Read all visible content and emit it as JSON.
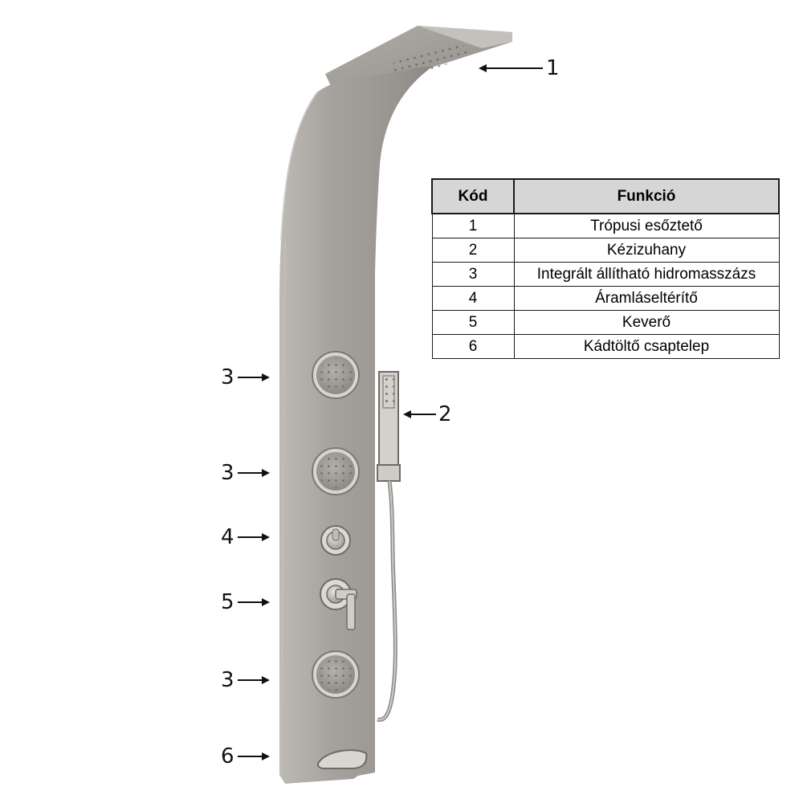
{
  "diagram": {
    "callouts": [
      {
        "id": "c1",
        "number": "1"
      },
      {
        "id": "c2",
        "number": "2"
      },
      {
        "id": "c3a",
        "number": "3"
      },
      {
        "id": "c3b",
        "number": "3"
      },
      {
        "id": "c4",
        "number": "4"
      },
      {
        "id": "c5",
        "number": "5"
      },
      {
        "id": "c3c",
        "number": "3"
      },
      {
        "id": "c6",
        "number": "6"
      }
    ],
    "table": {
      "headers": [
        "Kód",
        "Funkció"
      ],
      "rows": [
        {
          "code": "1",
          "function": "Trópusi esőztető"
        },
        {
          "code": "2",
          "function": "Kézizuhany"
        },
        {
          "code": "3",
          "function": "Integrált állítható hidromasszázs"
        },
        {
          "code": "4",
          "function": "Áramláseltérítő"
        },
        {
          "code": "5",
          "function": "Keverő"
        },
        {
          "code": "6",
          "function": "Kádtöltő csaptelep"
        }
      ]
    },
    "colors": {
      "panel": "#9e9a95",
      "panel_dark": "#7d7975",
      "panel_light": "#b9b5b0",
      "chrome": "#c9c6c2",
      "table_header": "#d6d6d6",
      "border": "#1a1a1a"
    }
  }
}
